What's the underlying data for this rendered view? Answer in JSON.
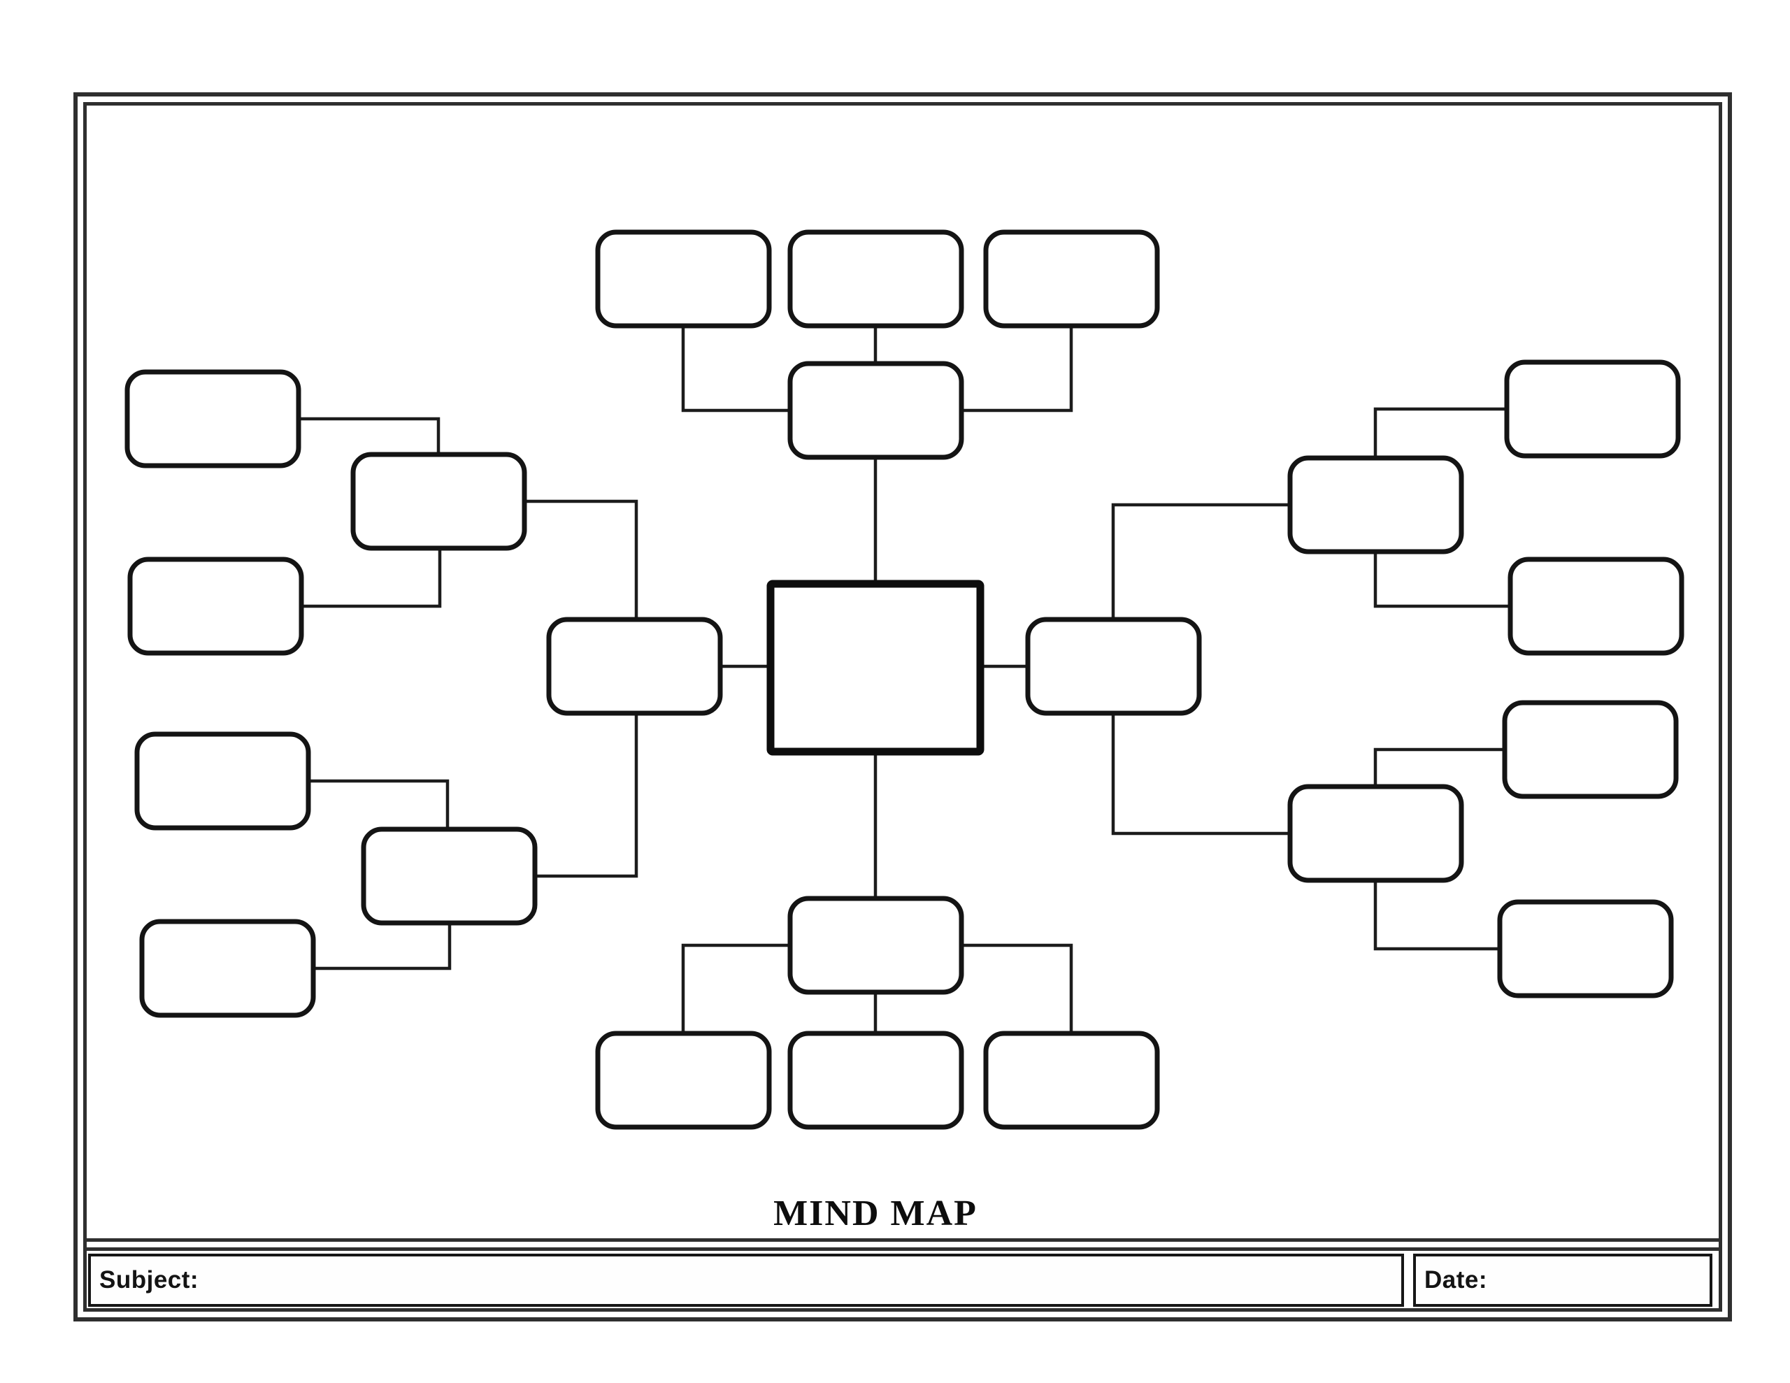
{
  "title": "MIND MAP",
  "footer": {
    "subject_label": "Subject:",
    "subject_value": "",
    "date_label": "Date:",
    "date_value": ""
  },
  "colors": {
    "ink": "#1c1c1c",
    "frame": "#2f2f2f",
    "box_fill": "#ffffff",
    "background": "#ffffff"
  },
  "nodes": {
    "central": "",
    "top_hub": "",
    "top_branch_1": "",
    "top_branch_2": "",
    "top_branch_3": "",
    "left_hub": "",
    "upper_left_hub": "",
    "upper_left_branch_1": "",
    "upper_left_branch_2": "",
    "lower_left_hub": "",
    "lower_left_branch_1": "",
    "lower_left_branch_2": "",
    "right_hub": "",
    "upper_right_hub": "",
    "upper_right_branch_1": "",
    "upper_right_branch_2": "",
    "lower_right_hub": "",
    "lower_right_branch_1": "",
    "lower_right_branch_2": "",
    "bottom_hub": "",
    "bottom_branch_1": "",
    "bottom_branch_2": "",
    "bottom_branch_3": ""
  }
}
